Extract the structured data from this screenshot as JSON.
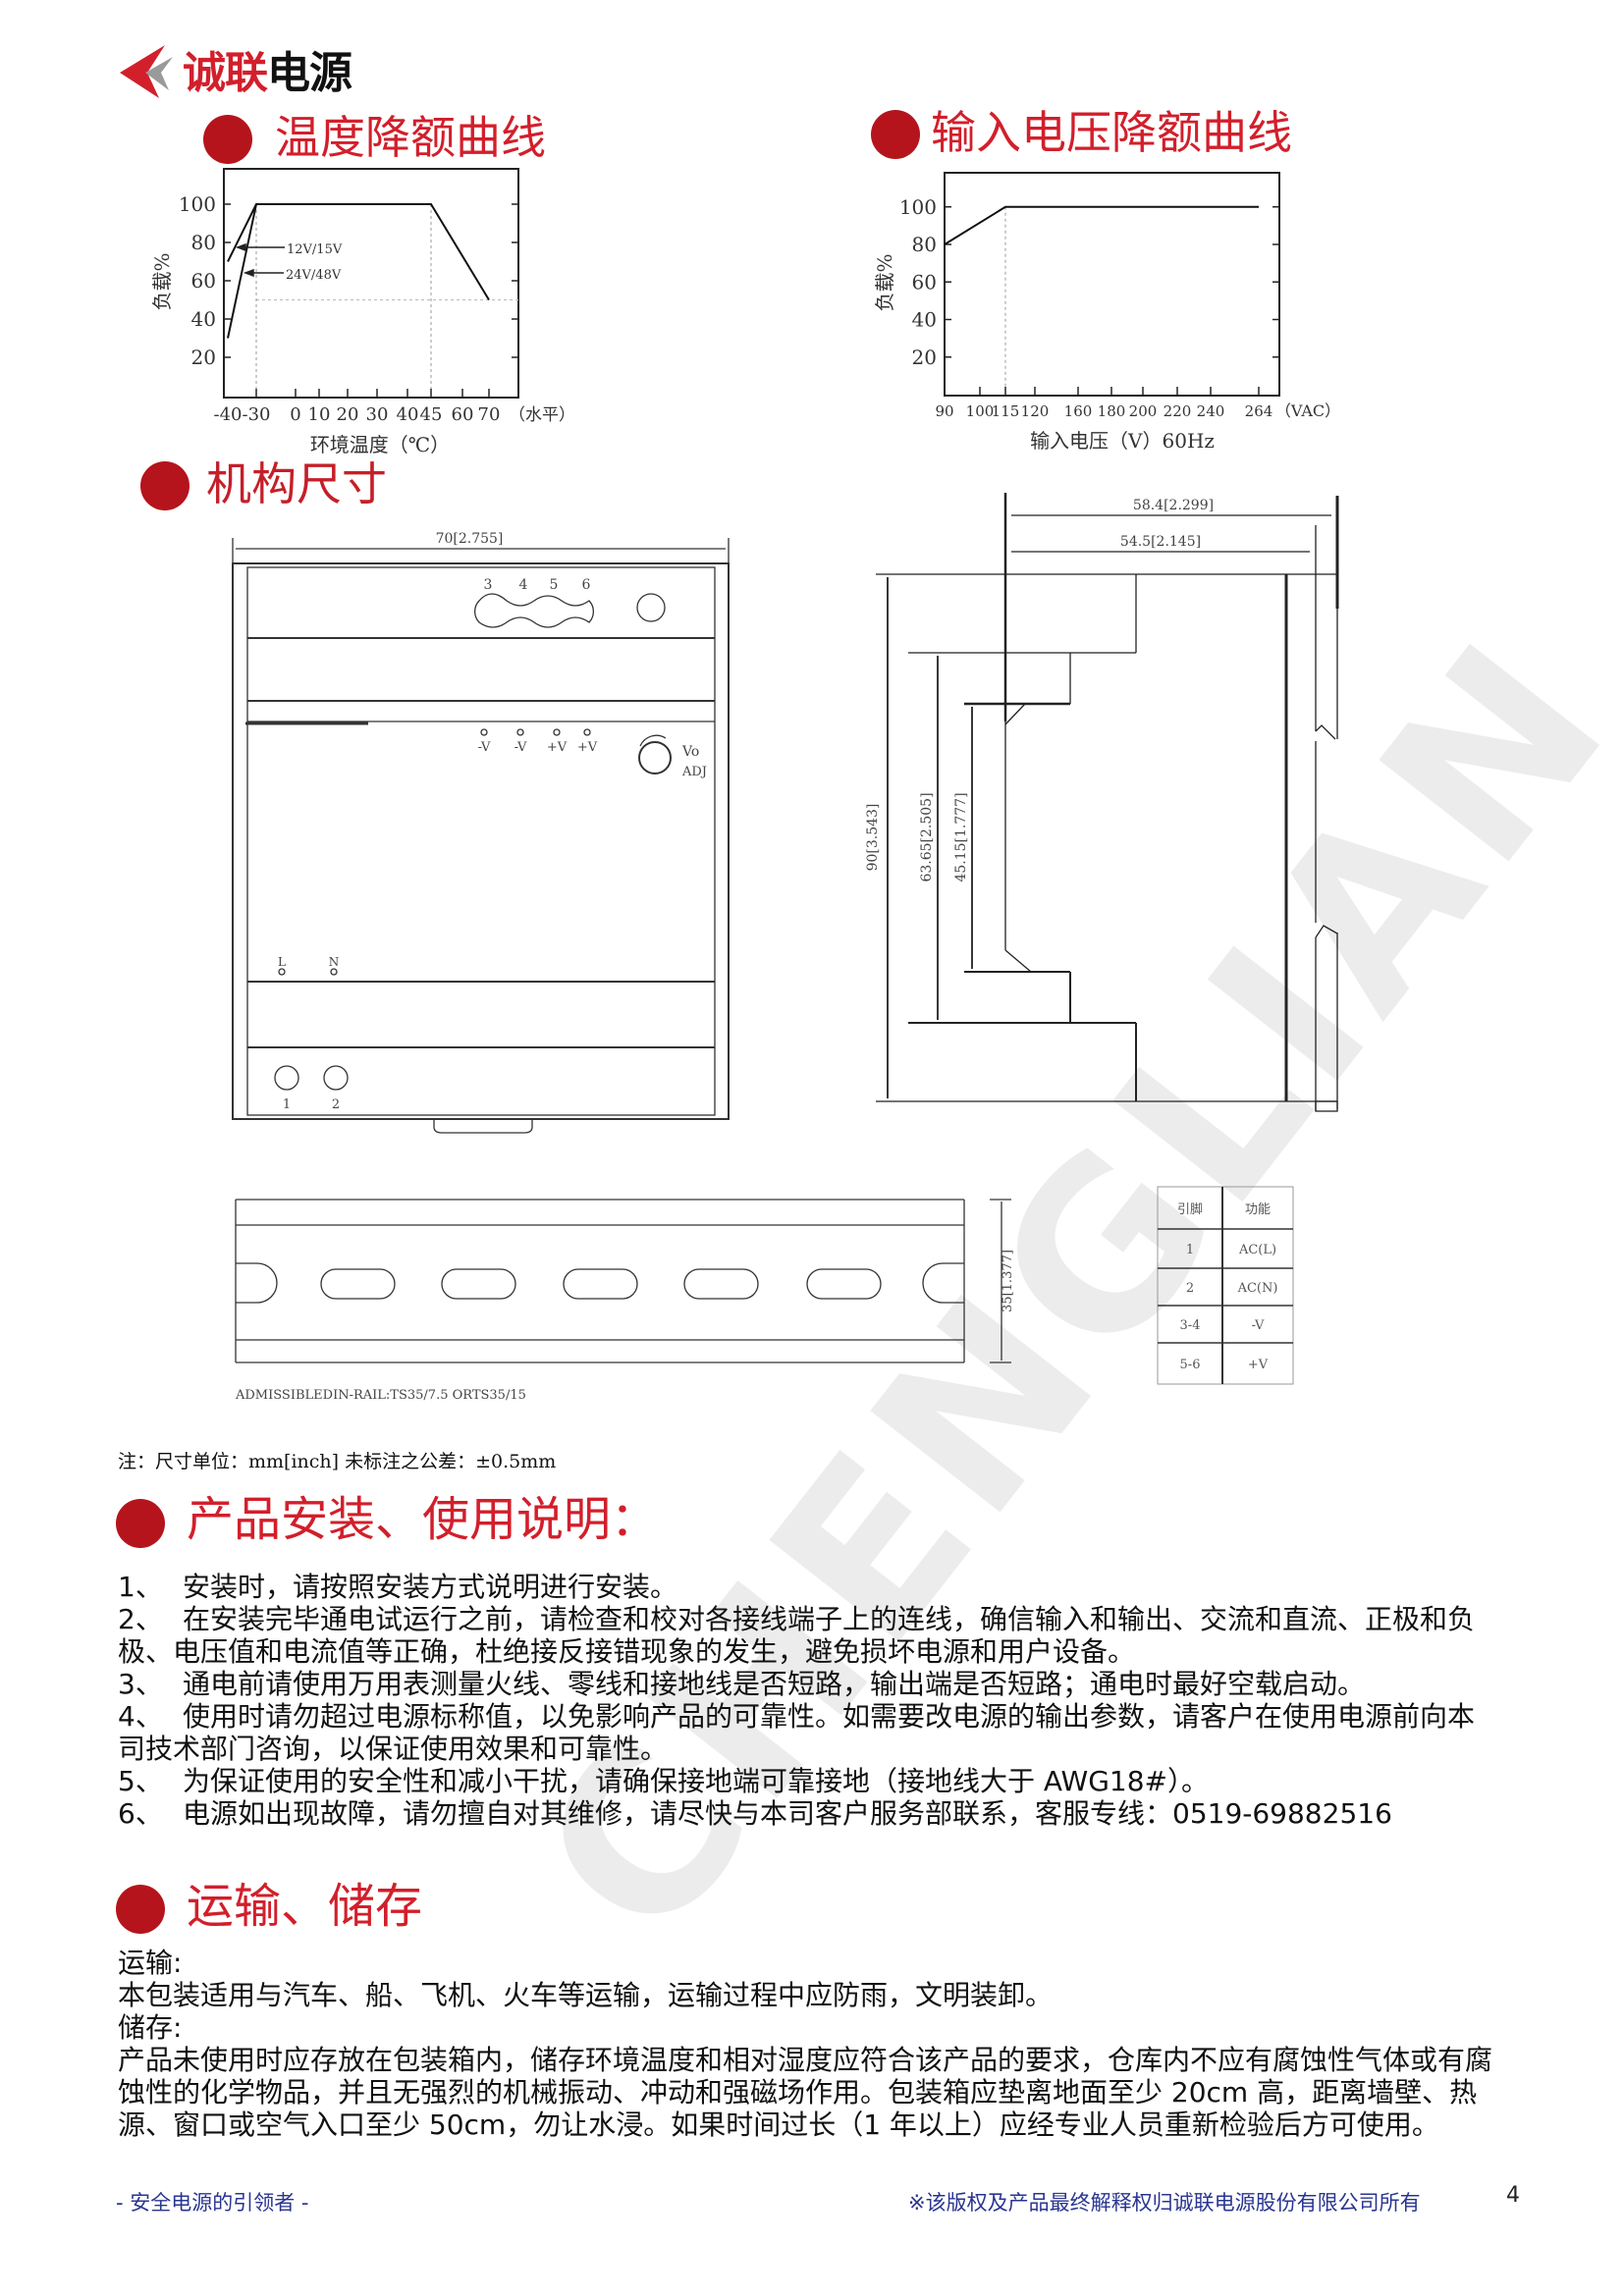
{
  "logo": {
    "text_red": "诚联",
    "text_black": "电源",
    "brand_color": "#d21f2b"
  },
  "watermark": "CHENGLIAN",
  "sections": {
    "temp_title": "温度降额曲线",
    "input_title": "输入电压降额曲线",
    "dims_title": "机构尺寸",
    "install_title": "产品安装、使用说明：",
    "transport_title": "运输、储存"
  },
  "chart_data": [
    {
      "type": "line",
      "ylabel": "负载%",
      "xlabel": "环境温度（℃）",
      "x_unit_label": "（水平）",
      "x_ticks": [
        -40,
        -30,
        0,
        10,
        20,
        30,
        40,
        45,
        60,
        70
      ],
      "y_ticks": [
        20,
        40,
        60,
        80,
        100
      ],
      "ylim": [
        0,
        118
      ],
      "series": [
        {
          "name": "12V/15V",
          "points": [
            [
              -40,
              70
            ],
            [
              -30,
              100
            ],
            [
              45,
              100
            ],
            [
              70,
              50
            ]
          ]
        },
        {
          "name": "24V/48V",
          "points": [
            [
              -40,
              30
            ],
            [
              -30,
              100
            ]
          ]
        }
      ],
      "reference_lines": {
        "y": [
          50
        ],
        "x": [
          -30,
          45
        ]
      },
      "grid": false
    },
    {
      "type": "line",
      "ylabel": "负载%",
      "xlabel": "输入电压（V）60Hz",
      "x_unit_label": "（VAC）",
      "x_ticks": [
        90,
        100,
        115,
        120,
        160,
        180,
        200,
        220,
        240,
        264
      ],
      "y_ticks": [
        20,
        40,
        60,
        80,
        100
      ],
      "ylim": [
        0,
        118
      ],
      "series": [
        {
          "points": [
            [
              90,
              80
            ],
            [
              115,
              100
            ],
            [
              264,
              100
            ]
          ]
        }
      ],
      "reference_lines": {
        "x": [
          115
        ]
      },
      "grid": false
    }
  ],
  "drawings": {
    "front": {
      "width_dim": "70[2.755]",
      "terminals": [
        "3",
        "4",
        "5",
        "6"
      ],
      "outputs": [
        "-V",
        "-V",
        "+V",
        "+V"
      ],
      "adj": [
        "Vo",
        "ADJ"
      ],
      "inputs": [
        "L",
        "N"
      ],
      "bottom_terminals": [
        "1",
        "2"
      ]
    },
    "side": {
      "dim_total_depth": "58.4[2.299]",
      "dim_depth": "54.5[2.145]",
      "dim_height": "90[3.543]",
      "dim_step_outer": "63.65[2.505]",
      "dim_step_inner": "45.15[1.777]"
    },
    "rail": {
      "dim": "35[1.377]",
      "note": "ADMISSIBLEDIN-RAIL:TS35/7.5 ORTS35/15"
    },
    "pin_table": {
      "headers": [
        "引脚",
        "功能"
      ],
      "rows": [
        [
          "1",
          "AC(L)"
        ],
        [
          "2",
          "AC(N)"
        ],
        [
          "3-4",
          "-V"
        ],
        [
          "5-6",
          "+V"
        ]
      ]
    }
  },
  "note": "注：尺寸单位：mm[inch] 未标注之公差：±0.5mm",
  "install": {
    "items": [
      {
        "num": "1、",
        "text": "安装时，请按照安装方式说明进行安装。"
      },
      {
        "num": "2、",
        "text": "在安装完毕通电试运行之前，请检查和校对各接线端子上的连线，确信输入和输出、交流和直流、正极和负极、电压值和电流值等正确，杜绝接反接错现象的发生，避免损坏电源和用户设备。"
      },
      {
        "num": "3、",
        "text": "通电前请使用万用表测量火线、零线和接地线是否短路，输出端是否短路；通电时最好空载启动。"
      },
      {
        "num": "4、",
        "text": "使用时请勿超过电源标称值，以免影响产品的可靠性。如需要改电源的输出参数，请客户在使用电源前向本司技术部门咨询，以保证使用效果和可靠性。"
      },
      {
        "num": "5、",
        "text": "为保证使用的安全性和减小干扰，请确保接地端可靠接地（接地线大于 AWG18#）。"
      },
      {
        "num": "6、",
        "text": "电源如出现故障，请勿擅自对其维修，请尽快与本司客户服务部联系，客服专线：0519-69882516"
      }
    ]
  },
  "transport": {
    "transport_label": "运输:",
    "transport_text": "本包装适用与汽车、船、飞机、火车等运输，运输过程中应防雨，文明装卸。",
    "storage_label": "储存:",
    "storage_text": "产品未使用时应存放在包装箱内，储存环境温度和相对湿度应符合该产品的要求，仓库内不应有腐蚀性气体或有腐蚀性的化学物品，并且无强烈的机械振动、冲动和强磁场作用。包装箱应垫离地面至少 20cm 高，距离墙壁、热源、窗口或空气入口至少 50cm，勿让水浸。如果时间过长（1 年以上）应经专业人员重新检验后方可使用。"
  },
  "footer": {
    "left": "- 安全电源的引领者 -",
    "right": "※该版权及产品最终解释权归诚联电源股份有限公司所有",
    "page": "4"
  }
}
